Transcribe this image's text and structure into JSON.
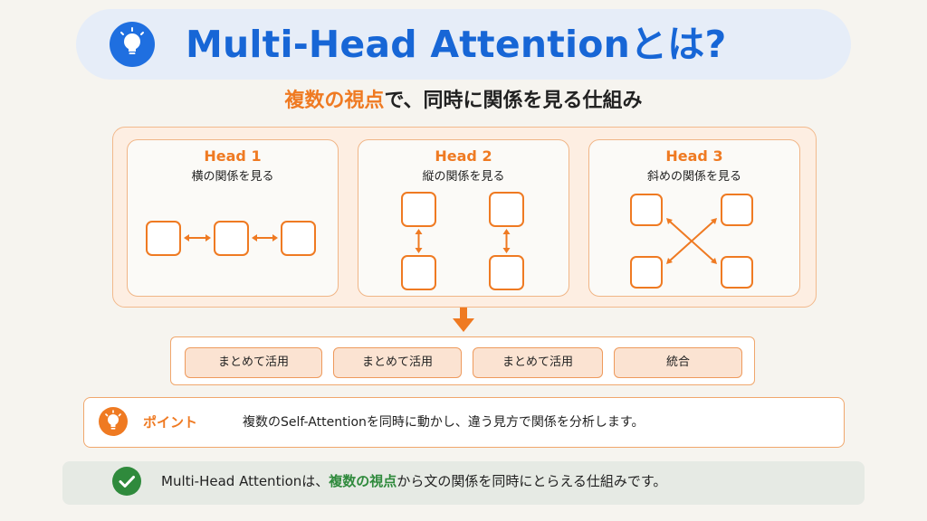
{
  "header": {
    "title": "Multi-Head Attentionとは?",
    "icon": "lightbulb-icon"
  },
  "subtitle": {
    "accent": "複数の視点",
    "rest": "で、同時に関係を見る仕組み"
  },
  "heads": [
    {
      "title": "Head 1",
      "desc": "横の関係を見る"
    },
    {
      "title": "Head 2",
      "desc": "縦の関係を見る"
    },
    {
      "title": "Head 3",
      "desc": "斜めの関係を見る"
    }
  ],
  "usage": [
    "まとめて活用",
    "まとめて活用",
    "まとめて活用",
    "統合"
  ],
  "point": {
    "label": "ポイント",
    "text": "複数のSelf-Attentionを同時に動かし、違う見方で関係を分析します。",
    "icon": "lightbulb-icon"
  },
  "summary": {
    "prefix": "Multi-Head Attentionは、",
    "accent": "複数の視点",
    "suffix": "から文の関係を同時にとらえる仕組みです。",
    "icon": "check-icon"
  },
  "colors": {
    "title_blue": "#1766d6",
    "accent_orange": "#ef7a22",
    "accent_green": "#2f8a3c"
  }
}
